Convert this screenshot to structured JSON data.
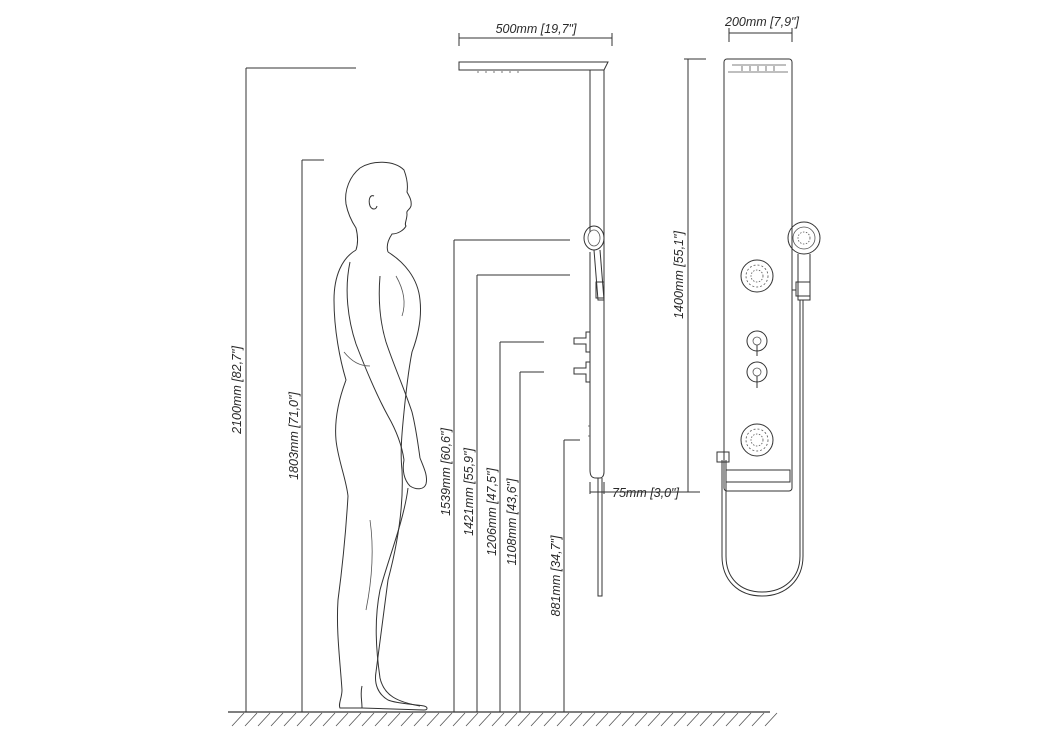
{
  "dimensions": {
    "total_height": "2100mm [82,7\"]",
    "person_height": "1803mm [71,0\"]",
    "hand_shower_height": "1539mm [60,6\"]",
    "upper_outlet_height": "1421mm [55,9\"]",
    "upper_control_height": "1206mm [47,5\"]",
    "lower_control_height": "1108mm [43,6\"]",
    "lower_outlet_height": "881mm [34,7\"]",
    "panel_depth": "75mm [3,0\"]",
    "panel_height": "1400mm [55,1\"]",
    "head_projection": "500mm [19,7\"]",
    "panel_width": "200mm [7,9\"]"
  }
}
